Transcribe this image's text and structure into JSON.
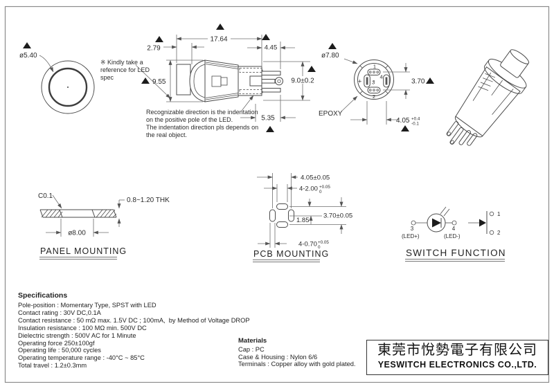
{
  "front_view": {
    "diameter": "ø5.40"
  },
  "side_view": {
    "dim_total_length": "17.64",
    "dim_cap_protrusion": "2.79",
    "dim_pin_length": "4.45",
    "dim_cap_height": "9.55",
    "dim_body_height": "9.0±0.2",
    "dim_pin_offset": "5.35",
    "led_note_line1": "※ Kindly take a",
    "led_note_line2": "reference for LED",
    "led_note_line3": "spec",
    "indent_note_line1": "Recognizable direction is the indentation",
    "indent_note_line2": "on the positive pole of the LED.",
    "indent_note_line3": "The indentation direction pls depends on",
    "indent_note_line4": "the real object."
  },
  "rear_view": {
    "diameter": "ø7.80",
    "epoxy_label": "EPOXY",
    "dim_pin_pitch_v": "3.70",
    "dim_pin_pitch_h": "4.05",
    "dim_pin_pitch_h_tol_plus": "+0.4",
    "dim_pin_pitch_h_tol_minus": "-0.1",
    "pin1": "1",
    "pin2": "2",
    "pin3": "3",
    "pin4": "4",
    "plus_mark": "+"
  },
  "panel_mounting": {
    "title": "PANEL MOUNTING",
    "chamfer": "C0.1",
    "thickness": "0.8~1.20 THK",
    "hole_diameter": "ø8.00"
  },
  "pcb_mounting": {
    "title": "PCB MOUNTING",
    "dim_pitch_h": "4.05±0.05",
    "dim_hole_top": "4-2.00",
    "dim_hole_top_tol_plus": "+0.05",
    "dim_hole_top_tol_minus": "0",
    "dim_pitch_v": "3.70±0.05",
    "dim_half_pitch": "1.85",
    "dim_hole_side": "4-0.70",
    "dim_hole_side_tol_plus": "+0.05",
    "dim_hole_side_tol_minus": "0"
  },
  "switch_function": {
    "title": "SWITCH FUNCTION",
    "pin3": "3",
    "pin3_label": "(LED+)",
    "pin4": "4",
    "pin4_label": "(LED-)",
    "pin1": "1",
    "pin2": "2"
  },
  "specifications": {
    "title": "Specifications",
    "lines": [
      "Pole-position : Momentary Type, SPST with LED",
      "Contact rating : 30V DC,0.1A",
      "Contact resistance : 50 mΩ max. 1.5V DC ; 100mA,  by Method of Voltage DROP",
      "Insulation resistance : 100 MΩ min. 500V DC",
      "Dielectric strength : 500V AC for 1 Minute",
      "Operating force 250±100gf",
      "Operating life : 50,000 cycles",
      "Operating temperature range : -40°C ~ 85°C",
      "Total travel : 1.2±0.3mm"
    ]
  },
  "materials": {
    "title": "Materials",
    "lines": [
      "Cap : PC",
      "Case & Housing : Nylon 6/6",
      "Terminals : Copper alloy with gold plated."
    ]
  },
  "company": {
    "name_cn": "東莞市悅勢電子有限公司",
    "name_en": "YESWITCH ELECTRONICS CO.,LTD."
  }
}
